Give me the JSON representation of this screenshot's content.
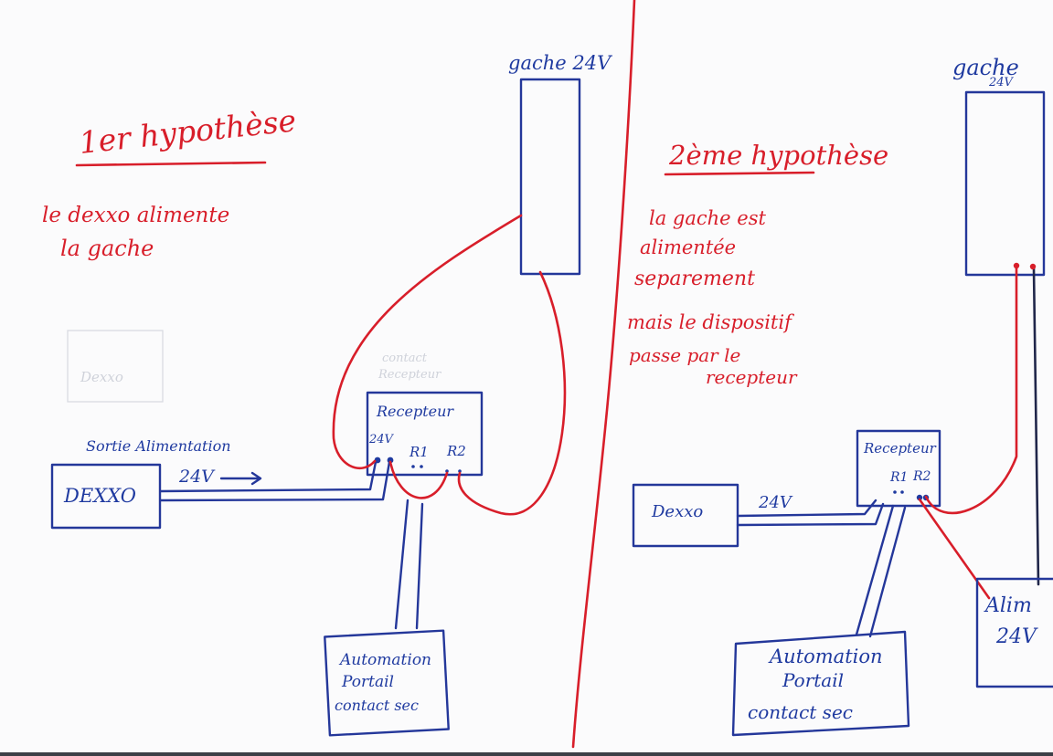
{
  "left": {
    "title": "1er hypothèse",
    "note_line1": "le dexxo alimente",
    "note_line2": "la gache",
    "gache_label": "gache 24V",
    "output_label": "Sortie Alimentation",
    "dexxo_label": "DEXXO",
    "voltage_label": "24V",
    "receiver_label": "Recepteur",
    "receiver_24v": "24V",
    "r1": "R1",
    "r2": "R2",
    "automation_line1": "Automation",
    "automation_line2": "Portail",
    "automation_line3": "contact sec"
  },
  "right": {
    "title": "2ème hypothèse",
    "note_line1": "la gache est",
    "note_line2": "alimentée",
    "note_line3": "separement",
    "note_line4": "mais le dispositif",
    "note_line5": "passe par le",
    "note_line6": "recepteur",
    "gache_label_1": "gache",
    "gache_label_2": "24V",
    "dexxo_label": "Dexxo",
    "voltage_label": "24V",
    "receiver_label": "Recepteur",
    "r1": "R1",
    "r2": "R2",
    "automation_line1": "Automation",
    "automation_line2": "Portail",
    "automation_line3": "contact sec",
    "alim_line1": "Alim",
    "alim_line2": "24V"
  },
  "colors": {
    "ink_blue": "#24379a",
    "ink_red": "#d81e2a",
    "ink_dark": "#20264a",
    "paper": "#fbfbfc"
  }
}
